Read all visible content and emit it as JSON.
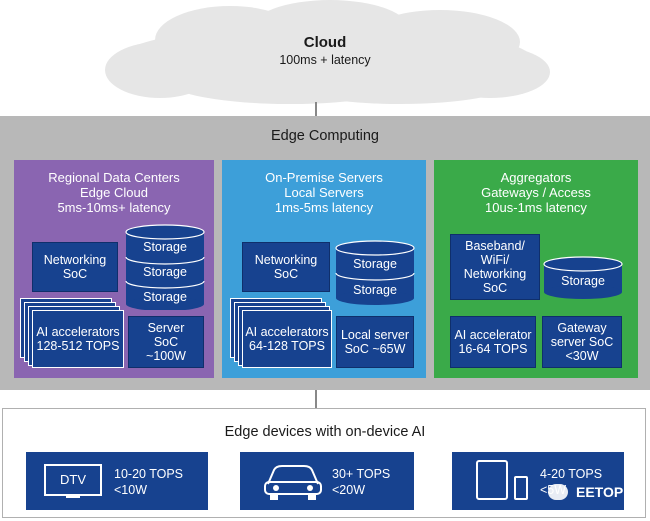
{
  "cloud": {
    "title": "Cloud",
    "subtitle": "100ms + latency"
  },
  "edge": {
    "title": "Edge Computing",
    "columns": [
      {
        "title1": "Regional Data Centers",
        "title2": "Edge Cloud",
        "latency": "5ms-10ms+ latency",
        "networking": "Networking SoC",
        "storage": [
          "Storage",
          "Storage",
          "Storage"
        ],
        "ai": "AI accelerators 128-512 TOPS",
        "server": "Server SoC ~100W"
      },
      {
        "title1": "On-Premise Servers",
        "title2": "Local Servers",
        "latency": "1ms-5ms latency",
        "networking": "Networking SoC",
        "storage": [
          "Storage",
          "Storage"
        ],
        "ai": "AI accelerators 64-128 TOPS",
        "server": "Local server SoC ~65W"
      },
      {
        "title1": "Aggregators",
        "title2": "Gateways / Access",
        "latency": "10us-1ms latency",
        "networking": "Baseband/ WiFi/ Networking SoC",
        "storage": [
          "Storage"
        ],
        "ai": "AI accelerator 16-64 TOPS",
        "server": "Gateway server SoC <30W"
      }
    ]
  },
  "devices": {
    "title": "Edge devices with on-device AI",
    "items": [
      {
        "icon_label": "DTV",
        "tops": "10-20 TOPS",
        "power": "<10W"
      },
      {
        "tops": "30+ TOPS",
        "power": "<20W"
      },
      {
        "tops": "4-20 TOPS",
        "power": "<5W"
      }
    ]
  },
  "watermark": "EETOP",
  "colors": {
    "purple": "#8a65b1",
    "blue": "#3d9fd9",
    "green": "#3aaa49",
    "navy": "#17428f",
    "gray_bg": "#b8b8b8",
    "cloud": "#e6e6e6"
  }
}
